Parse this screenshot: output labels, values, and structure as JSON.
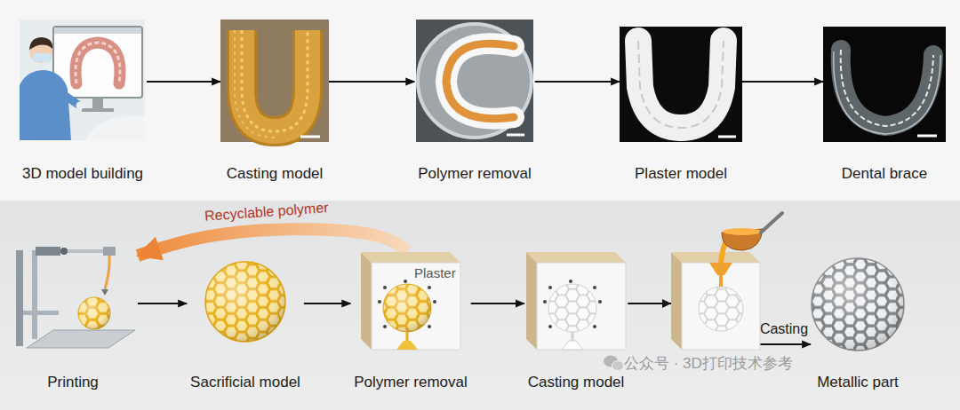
{
  "diagram": {
    "nodes": [
      {
        "text": [
          "3D model building"
        ]
      },
      {
        "text": [
          "Casting model"
        ]
      },
      {
        "text": [
          "Polymer removal"
        ]
      },
      {
        "text": [
          "Plaster model"
        ]
      },
      {
        "text": [
          "Dental brace"
        ]
      },
      {
        "text": [
          "Printing"
        ]
      },
      {
        "text": [
          "Sacrificial model"
        ]
      },
      {
        "text": [
          "Polymer removal"
        ]
      },
      {
        "text": [
          "Casting model"
        ]
      },
      {
        "text": [
          "Metallic part"
        ]
      }
    ],
    "edges": [
      {
        "from": 0,
        "to": 1,
        "arrow": "to"
      },
      {
        "from": 1,
        "to": 2,
        "arrow": "to"
      },
      {
        "from": 2,
        "to": 3,
        "arrow": "to"
      },
      {
        "from": 3,
        "to": 4,
        "arrow": "to"
      },
      {
        "from": 5,
        "to": 6,
        "arrow": "to"
      },
      {
        "from": 6,
        "to": 7,
        "arrow": "to"
      },
      {
        "from": 7,
        "to": 8,
        "arrow": "to"
      },
      {
        "from": 7,
        "to": 5,
        "label": "Recyclable polymer",
        "arrow": "to"
      },
      {
        "from": 8,
        "to": 9,
        "label": "Casting",
        "arrow": "to"
      }
    ],
    "labels": [
      "Plaster",
      "公众号 · 3D打印技术参考"
    ]
  }
}
